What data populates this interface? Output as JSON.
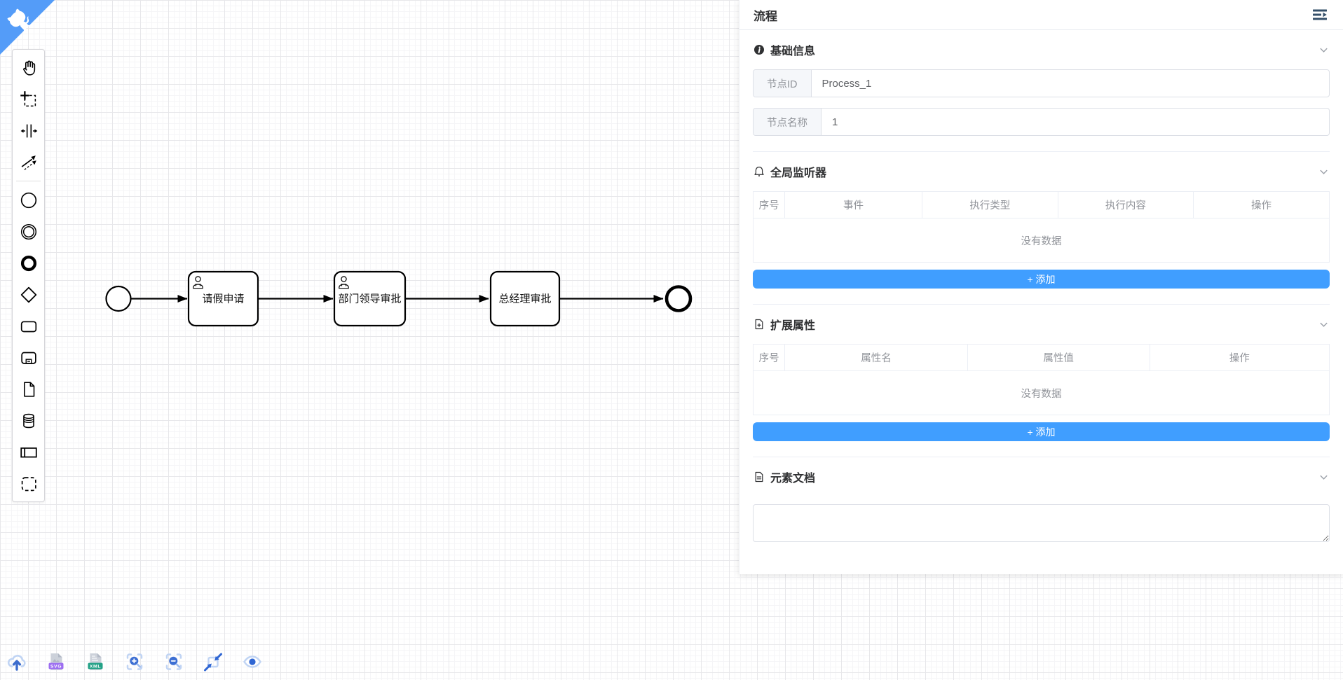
{
  "github_corner": {
    "color": "#549cf8"
  },
  "palette": {
    "items": [
      {
        "name": "hand-tool"
      },
      {
        "name": "lasso-tool"
      },
      {
        "name": "space-tool"
      },
      {
        "name": "global-connect-tool"
      },
      {
        "name": "create-start-event"
      },
      {
        "name": "create-intermediate-event"
      },
      {
        "name": "create-end-event"
      },
      {
        "name": "create-gateway"
      },
      {
        "name": "create-task"
      },
      {
        "name": "create-subprocess"
      },
      {
        "name": "create-data-object"
      },
      {
        "name": "create-data-store"
      },
      {
        "name": "create-participant"
      },
      {
        "name": "create-group"
      }
    ]
  },
  "diagram": {
    "nodes": [
      {
        "type": "start-event",
        "label": ""
      },
      {
        "type": "user-task",
        "label": "请假申请"
      },
      {
        "type": "user-task",
        "label": "部门领导审批"
      },
      {
        "type": "task",
        "label": "总经理审批"
      },
      {
        "type": "end-event",
        "label": ""
      }
    ]
  },
  "panel": {
    "title": "流程",
    "sections": {
      "basic": {
        "title": "基础信息",
        "fields": [
          {
            "label": "节点ID",
            "value": "Process_1"
          },
          {
            "label": "节点名称",
            "value": "1"
          }
        ]
      },
      "listeners": {
        "title": "全局监听器",
        "columns": [
          "序号",
          "事件",
          "执行类型",
          "执行内容",
          "操作"
        ],
        "empty_text": "没有数据",
        "add_label": "+ 添加"
      },
      "attributes": {
        "title": "扩展属性",
        "columns": [
          "序号",
          "属性名",
          "属性值",
          "操作"
        ],
        "empty_text": "没有数据",
        "add_label": "+ 添加"
      },
      "doc": {
        "title": "元素文档",
        "value": ""
      }
    }
  },
  "toolbar": {
    "items": [
      {
        "name": "upload"
      },
      {
        "name": "export-svg",
        "badge": "SVG"
      },
      {
        "name": "export-xml",
        "badge": "XML"
      },
      {
        "name": "zoom-in"
      },
      {
        "name": "zoom-out"
      },
      {
        "name": "reset-view"
      },
      {
        "name": "preview"
      }
    ]
  },
  "colors": {
    "primary": "#409eff",
    "github_blue": "#549cf8",
    "panel_border": "#ebeef5",
    "text_primary": "#303133",
    "text_secondary": "#909399",
    "input_border": "#dcdfe6"
  }
}
